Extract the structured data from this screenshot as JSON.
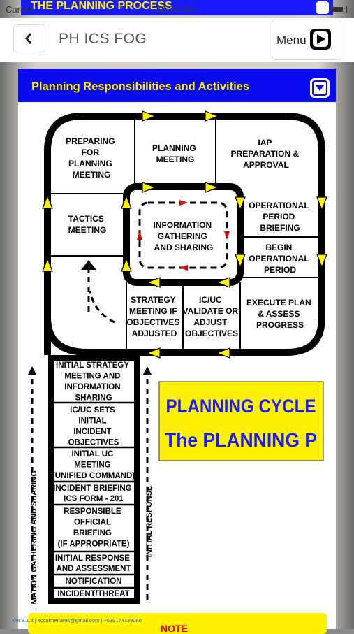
{
  "status": {
    "carrier": "Carrier",
    "time": "10:00 AM"
  },
  "previous_page": {
    "banner_title": "THE PLANNING PROCESS"
  },
  "nav": {
    "title": "PH ICS FOG",
    "menu_label": "Menu"
  },
  "card": {
    "title": "Planning Responsibilities and Activities"
  },
  "diagram": {
    "loop_blocks": {
      "preparing": [
        "PREPARING",
        "FOR",
        "PLANNING",
        "MEETING"
      ],
      "planning_meeting": [
        "PLANNING",
        "MEETING"
      ],
      "iap": [
        "IAP",
        "PREPARATION &",
        "APPROVAL"
      ],
      "tactics": [
        "TACTICS",
        "MEETING"
      ],
      "info_gathering": [
        "INFORMATION",
        "GATHERING",
        "AND SHARING"
      ],
      "op_briefing": [
        "OPERATIONAL",
        "PERIOD",
        "BRIEFING"
      ],
      "begin_op": [
        "BEGIN",
        "OPERATIONAL",
        "PERIOD"
      ],
      "strategy_meeting": [
        "STRATEGY",
        "MEETING IF",
        "OBJECTIVES",
        "ADJUSTED"
      ],
      "icuc_validate": [
        "IC/UC",
        "VALIDATE OR",
        "ADJUST",
        "OBJECTIVES"
      ],
      "execute_plan": [
        "EXECUTE PLAN",
        "& ASSESS",
        "PROGRESS"
      ]
    },
    "stem_blocks": [
      {
        "key": "initial_strategy",
        "lines": [
          "INITIAL STRATEGY",
          "MEETING AND",
          "INFORMATION",
          "SHARING"
        ]
      },
      {
        "key": "icuc_sets",
        "lines": [
          "IC/UC SETS",
          "INITIAL",
          "INCIDENT",
          "OBJECTIVES"
        ]
      },
      {
        "key": "initial_uc",
        "lines": [
          "INITIAL UC",
          "MEETING",
          "(UNIFIED COMMAND)"
        ]
      },
      {
        "key": "incident_briefing",
        "lines": [
          "INCIDENT BRIEFING",
          "ICS FORM - 201"
        ]
      },
      {
        "key": "responsible_official",
        "lines": [
          "RESPONSIBLE",
          "OFFICIAL",
          "BRIEFING",
          "(IF APPROPRIATE)"
        ]
      },
      {
        "key": "initial_response",
        "lines": [
          "INITIAL RESPONSE",
          "AND ASSESSMENT"
        ]
      },
      {
        "key": "notification",
        "lines": [
          "NOTIFICATION"
        ]
      },
      {
        "key": "incident_threat",
        "lines": [
          "INCIDENT/THREAT"
        ]
      }
    ],
    "side_label_left": "INFORMATION GATHERING AND SHARING",
    "side_label_initial": "INITIAL RESPONSE",
    "cycle_title_line1": "PLANNING CYCLE",
    "cycle_title_line2": "The PLANNING P",
    "colors": {
      "arrow": "#fff200",
      "cycle_bg": "#fff200",
      "cycle_text": "#1a1aff",
      "small_arrow": "#e00000"
    }
  },
  "footer": {
    "version": "Ver.8.1.8",
    "email": "eccolmenares@gmail.com",
    "phone": "+639174339080"
  },
  "note": {
    "title": "NOTE"
  }
}
